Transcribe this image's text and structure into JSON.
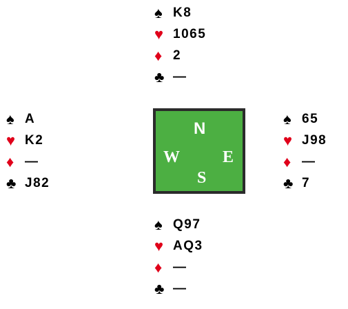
{
  "suit_glyphs": {
    "spades": "♠",
    "hearts": "♥",
    "diamonds": "♦",
    "clubs": "♣"
  },
  "suit_colors": {
    "spades": "#000000",
    "hearts": "#e0001a",
    "diamonds": "#e0001a",
    "clubs": "#000000"
  },
  "compass": {
    "north": "N",
    "west": "W",
    "east": "E",
    "south": "S",
    "background": "#4caf42",
    "border": "#2b2b2b"
  },
  "hands": {
    "north": {
      "spades": "K8",
      "hearts": "1065",
      "diamonds": "2",
      "clubs": "—"
    },
    "west": {
      "spades": "A",
      "hearts": "K2",
      "diamonds": "—",
      "clubs": "J82"
    },
    "east": {
      "spades": "65",
      "hearts": "J98",
      "diamonds": "—",
      "clubs": "7"
    },
    "south": {
      "spades": "Q97",
      "hearts": "AQ3",
      "diamonds": "—",
      "clubs": "—"
    }
  }
}
